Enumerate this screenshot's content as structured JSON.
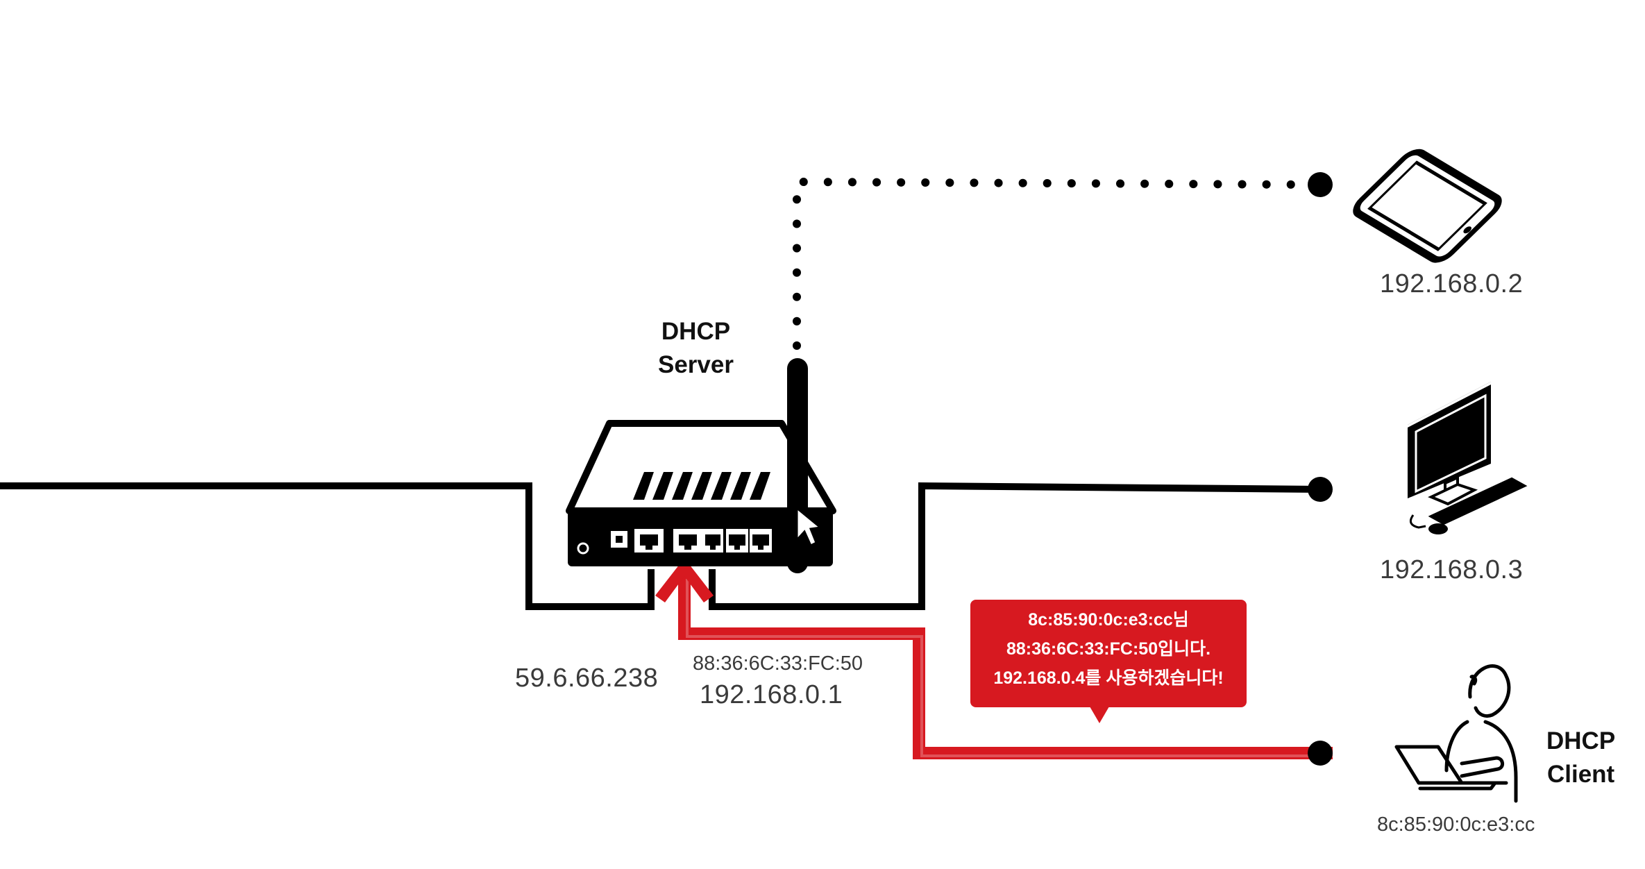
{
  "server": {
    "role_line1": "DHCP",
    "role_line2": "Server",
    "wan_ip": "59.6.66.238",
    "mac": "88:36:6C:33:FC:50",
    "lan_ip": "192.168.0.1"
  },
  "devices": {
    "phone_ip": "192.168.0.2",
    "desktop_ip": "192.168.0.3"
  },
  "client": {
    "role_line1": "DHCP",
    "role_line2": "Client",
    "mac": "8c:85:90:0c:e3:cc"
  },
  "message": {
    "line1": "8c:85:90:0c:e3:cc님",
    "line2": "88:36:6C:33:FC:50입니다.",
    "line3": "192.168.0.4를 사용하겠습니다!"
  },
  "colors": {
    "line": "#000000",
    "highlight": "#d71920",
    "text": "#3a3a3a"
  },
  "icons": [
    "router-icon",
    "smartphone-icon",
    "desktop-computer-icon",
    "person-with-laptop-icon",
    "mouse-cursor-icon"
  ]
}
